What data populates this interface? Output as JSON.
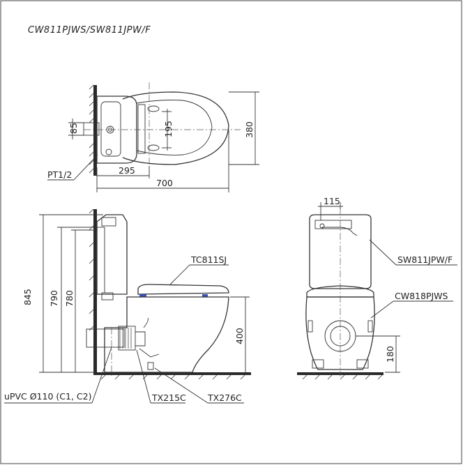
{
  "model_title": "CW811PJWS/SW811JPW/F",
  "top_view": {
    "dim_height": "85",
    "dim_inner": "195",
    "dim_depth_right": "380",
    "dim_295": "295",
    "dim_700": "700",
    "label_pipe": "PT1/2"
  },
  "side_view": {
    "dim_845": "845",
    "dim_790": "790",
    "dim_780": "780",
    "dim_400": "400",
    "label_seat": "TC811SJ",
    "label_pipe": "uPVC Ø110 (C1, C2)",
    "label_tx215": "TX215C",
    "label_tx276": "TX276C"
  },
  "front_view": {
    "dim_115": "115",
    "dim_180": "180",
    "label_tank": "SW811JPW/F",
    "label_bowl": "CW818PJWS"
  }
}
